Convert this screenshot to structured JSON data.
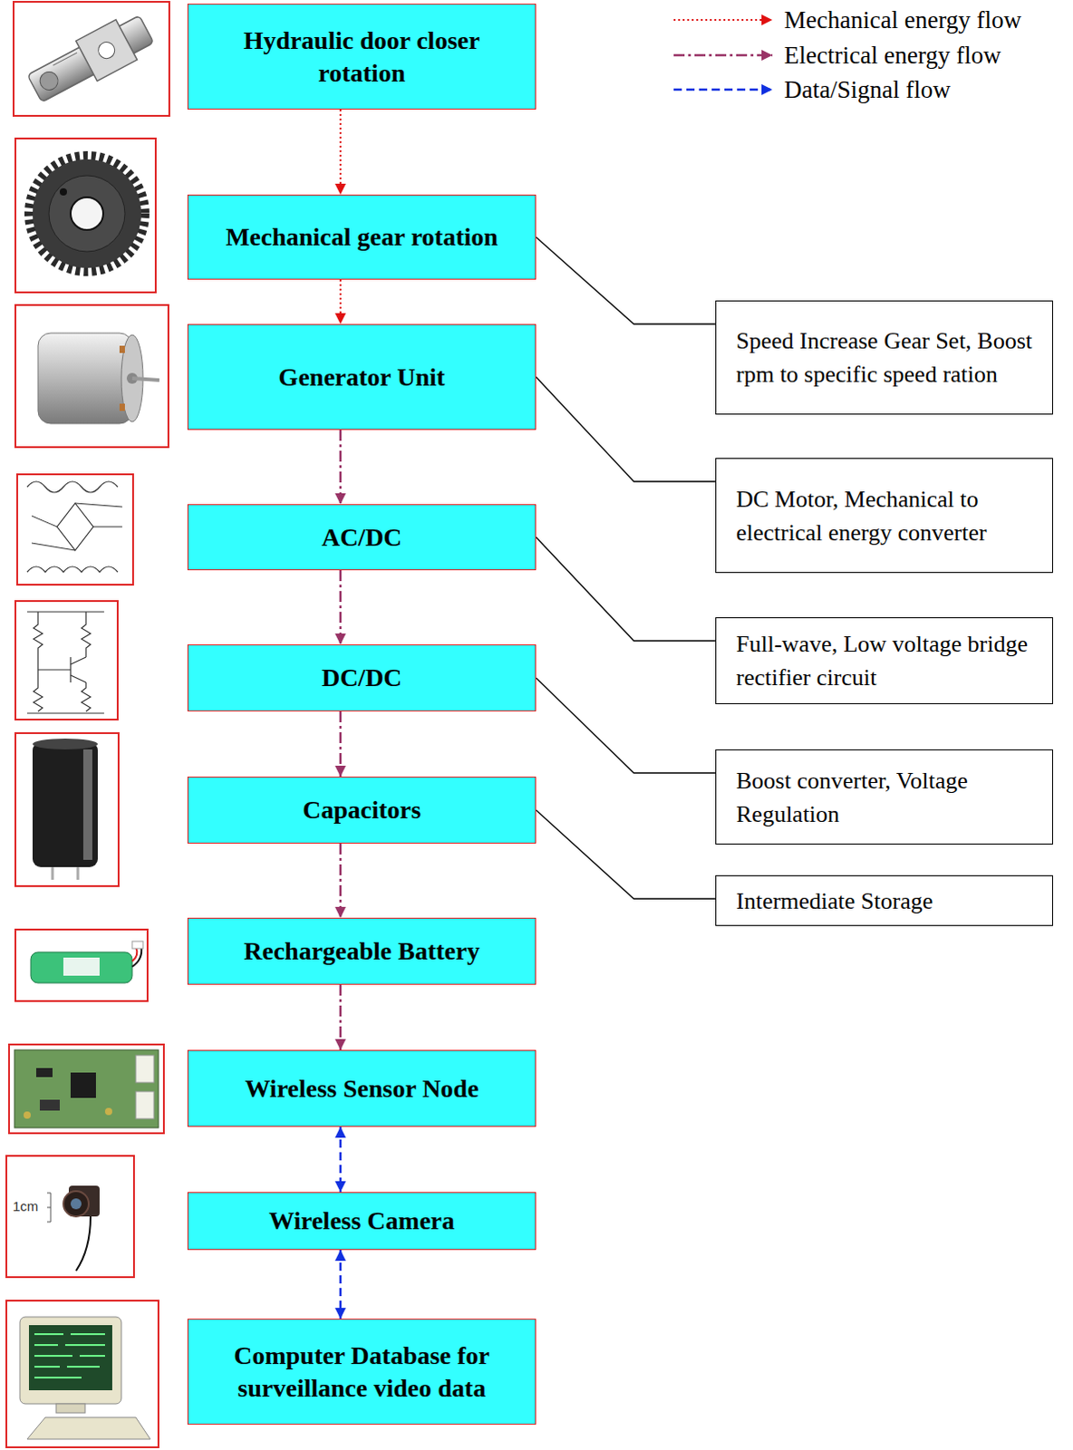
{
  "diagram": {
    "nodes": [
      {
        "text": [
          "Hydraulic door closer rotation"
        ]
      },
      {
        "text": [
          "Mechanical gear rotation"
        ]
      },
      {
        "text": [
          "Generator Unit"
        ]
      },
      {
        "text": [
          "AC/DC"
        ]
      },
      {
        "text": [
          "DC/DC"
        ]
      },
      {
        "text": [
          "Capacitors"
        ]
      },
      {
        "text": [
          "Rechargeable Battery"
        ]
      },
      {
        "text": [
          "Wireless Sensor Node"
        ]
      },
      {
        "text": [
          "Wireless Camera"
        ]
      },
      {
        "text": [
          "Computer Database for surveillance video data"
        ]
      },
      {
        "text": [
          "Speed Increase Gear Set, Boost rpm to specific speed ration"
        ]
      },
      {
        "text": [
          "DC Motor, Mechanical to electrical energy converter"
        ]
      },
      {
        "text": [
          "Full-wave, Low voltage bridge rectifier circuit"
        ]
      },
      {
        "text": [
          "Boost converter, Voltage Regulation"
        ]
      },
      {
        "text": [
          "Intermediate Storage"
        ]
      }
    ],
    "edges": [
      {
        "from": 0,
        "to": 1,
        "arrow": "to"
      },
      {
        "from": 1,
        "to": 2,
        "arrow": "to"
      },
      {
        "from": 2,
        "to": 3,
        "arrow": "to"
      },
      {
        "from": 3,
        "to": 4,
        "arrow": "to"
      },
      {
        "from": 4,
        "to": 5,
        "arrow": "to"
      },
      {
        "from": 5,
        "to": 6,
        "arrow": "to"
      },
      {
        "from": 6,
        "to": 7,
        "arrow": "to"
      },
      {
        "from": 7,
        "to": 8,
        "arrow": "both"
      },
      {
        "from": 8,
        "to": 9,
        "arrow": "both"
      },
      {
        "from": 1,
        "to": 10,
        "arrow": "none"
      },
      {
        "from": 2,
        "to": 11,
        "arrow": "none"
      },
      {
        "from": 3,
        "to": 12,
        "arrow": "none"
      },
      {
        "from": 4,
        "to": 13,
        "arrow": "none"
      },
      {
        "from": 5,
        "to": 14,
        "arrow": "none"
      }
    ],
    "labels": [
      "1cm"
    ],
    "legend": [
      {
        "text": "Mechanical energy flow"
      },
      {
        "text": "Electrical energy flow"
      },
      {
        "text": "Data/Signal flow"
      }
    ]
  }
}
